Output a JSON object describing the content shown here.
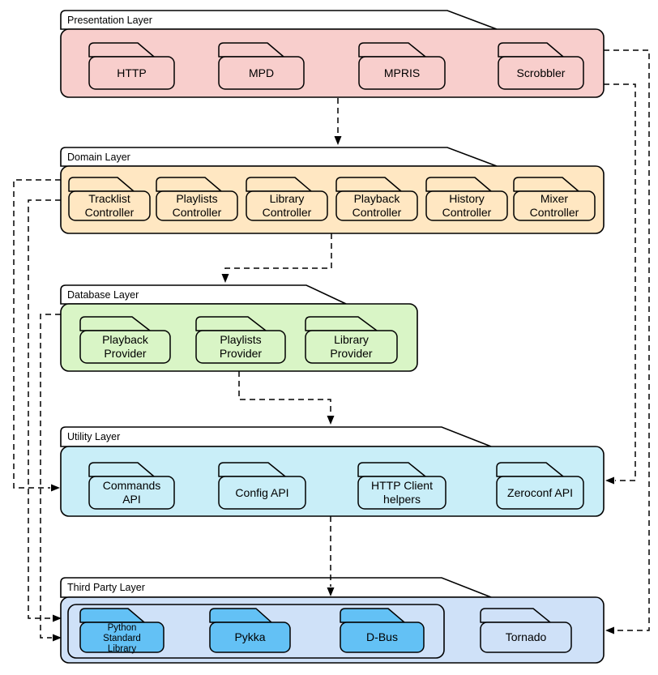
{
  "styles": {
    "line_color": "#000000",
    "layer_tab_fill": "#ffffff",
    "background": "#ffffff"
  },
  "layers": [
    {
      "label": "Presentation Layer",
      "color": "#f8cecc",
      "nodes": [
        {
          "label": "HTTP",
          "fill": "#f8cecc"
        },
        {
          "label": "MPD",
          "fill": "#f8cecc"
        },
        {
          "label": "MPRIS",
          "fill": "#f8cecc"
        },
        {
          "label": "Scrobbler",
          "fill": "#f8cecc"
        }
      ]
    },
    {
      "label": "Domain Layer",
      "color": "#ffe7c2",
      "nodes": [
        {
          "label": "Tracklist\nController",
          "fill": "#ffe7c2"
        },
        {
          "label": "Playlists\nController",
          "fill": "#ffe7c2"
        },
        {
          "label": "Library\nController",
          "fill": "#ffe7c2"
        },
        {
          "label": "Playback\nController",
          "fill": "#ffe7c2"
        },
        {
          "label": "History\nController",
          "fill": "#ffe7c2"
        },
        {
          "label": "Mixer\nController",
          "fill": "#ffe7c2"
        }
      ]
    },
    {
      "label": "Database Layer",
      "color": "#d9f5c6",
      "nodes": [
        {
          "label": "Playback\nProvider",
          "fill": "#d9f5c6"
        },
        {
          "label": "Playlists\nProvider",
          "fill": "#d9f5c6"
        },
        {
          "label": "Library\nProvider",
          "fill": "#d9f5c6"
        }
      ]
    },
    {
      "label": "Utility Layer",
      "color": "#c9eef8",
      "nodes": [
        {
          "label": "Commands\nAPI",
          "fill": "#c9eef8"
        },
        {
          "label": "Config API",
          "fill": "#c9eef8"
        },
        {
          "label": "HTTP Client\nhelpers",
          "fill": "#c9eef8"
        },
        {
          "label": "Zeroconf API",
          "fill": "#c9eef8"
        }
      ]
    },
    {
      "label": "Third Party Layer",
      "color": "#cfe1f8",
      "inner_fill": "#cfe1f8",
      "nodes": [
        {
          "label": "Python\nStandard\nLibrary",
          "fill": "#63c1f5"
        },
        {
          "label": "Pykka",
          "fill": "#63c1f5"
        },
        {
          "label": "D-Bus",
          "fill": "#63c1f5"
        },
        {
          "label": "Tornado",
          "fill": "#cfe1f8"
        }
      ]
    }
  ],
  "edges": [
    {
      "from": "Presentation Layer",
      "to": "Domain Layer",
      "style": "dashed",
      "arrowhead": "filled-triangle"
    },
    {
      "from": "Domain Layer",
      "to": "Database Layer",
      "style": "dashed",
      "arrowhead": "filled-triangle"
    },
    {
      "from": "Database Layer",
      "to": "Utility Layer",
      "style": "dashed",
      "arrowhead": "filled-triangle"
    },
    {
      "from": "Utility Layer",
      "to": "Third Party Layer",
      "style": "dashed",
      "arrowhead": "filled-triangle"
    },
    {
      "from": "Presentation Layer",
      "to": "Utility Layer",
      "style": "dashed",
      "arrowhead": "filled-triangle"
    },
    {
      "from": "Presentation Layer",
      "to": "Third Party Layer",
      "style": "dashed",
      "arrowhead": "filled-triangle"
    },
    {
      "from": "Domain Layer",
      "to": "Utility Layer",
      "style": "dashed",
      "arrowhead": "filled-triangle"
    },
    {
      "from": "Domain Layer",
      "to": "Third Party Layer",
      "style": "dashed",
      "arrowhead": "filled-triangle"
    },
    {
      "from": "Database Layer",
      "to": "Third Party Layer",
      "style": "dashed",
      "arrowhead": "filled-triangle"
    }
  ]
}
